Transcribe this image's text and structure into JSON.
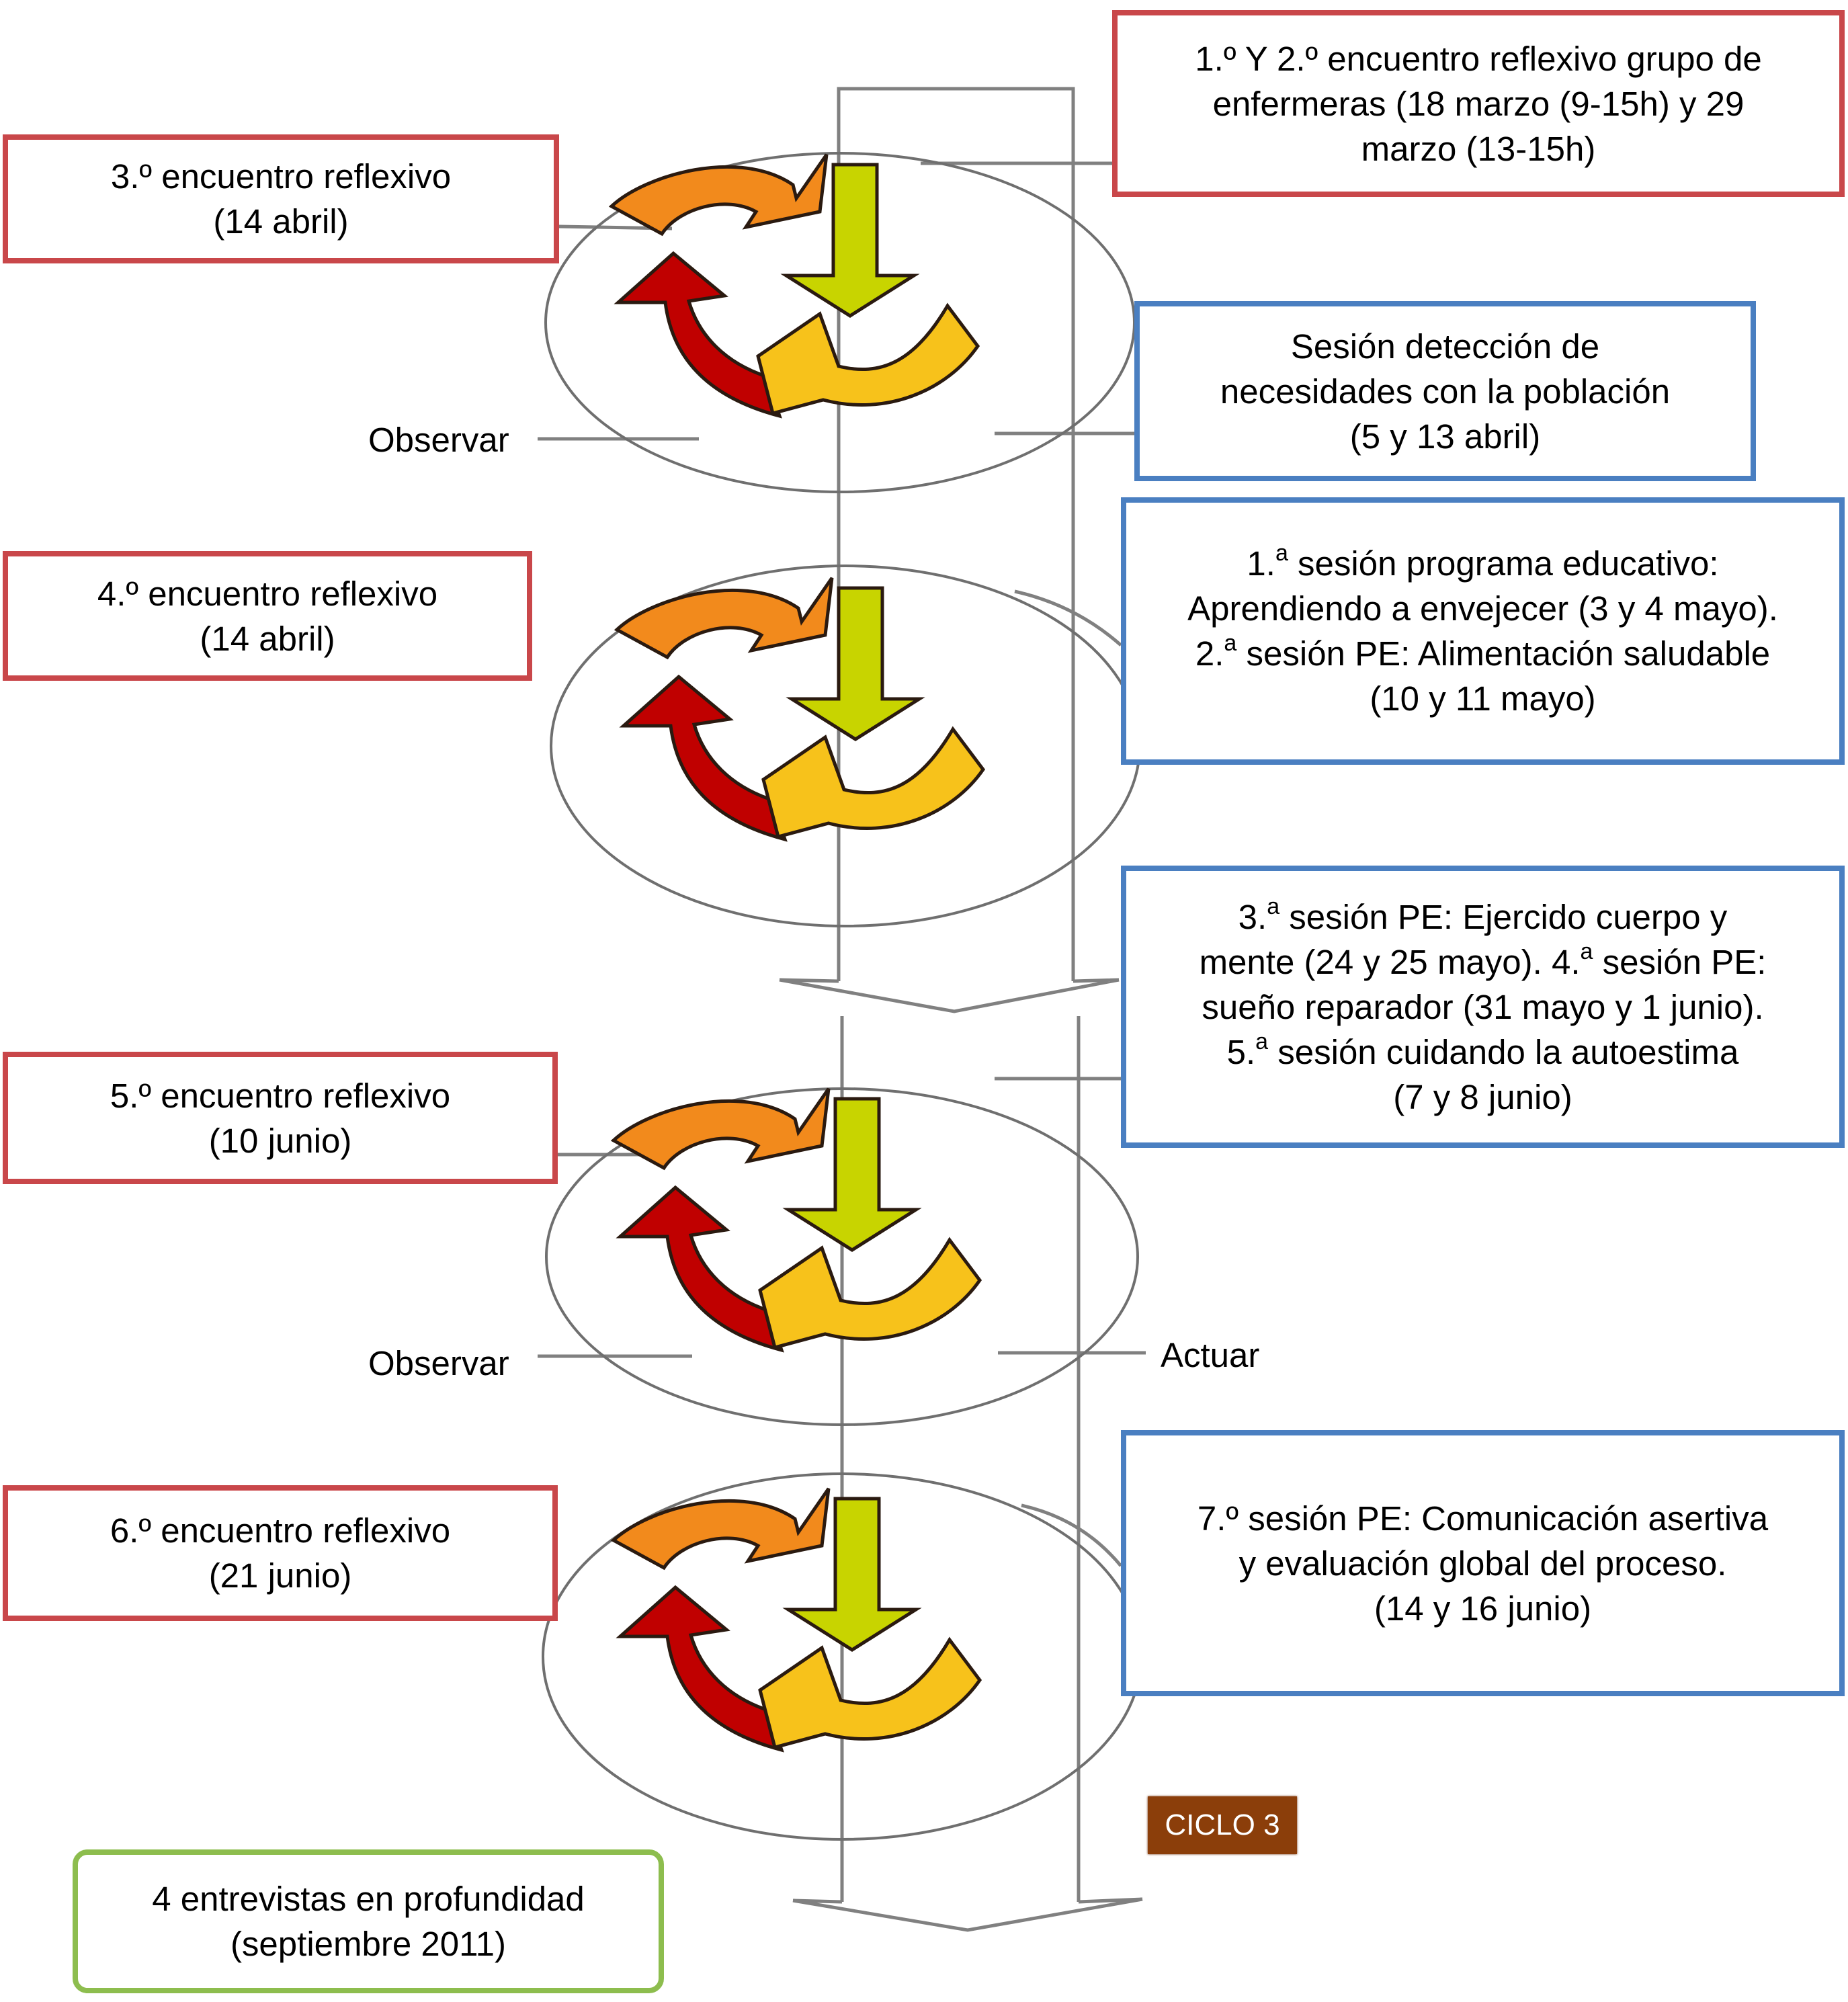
{
  "diagram": {
    "title": "Ciclos de investigación-acción",
    "colors": {
      "red_box": "#c9474a",
      "blue_box": "#4a7fc1",
      "green_box": "#8dbd4e",
      "ciclo_badge": "#8b3e0a",
      "arrow_plan": "#f28a1c",
      "arrow_observe": "#c00000",
      "arrow_reflect": "#c8d400",
      "arrow_act": "#f7c21b",
      "lines": "#808080"
    },
    "cycle_phases": [
      "reflexionar",
      "planificar",
      "actuar",
      "observar"
    ],
    "red_boxes": [
      {
        "id": "encuentro-1-2",
        "lines": [
          "1.º Y 2.º encuentro reflexivo grupo de",
          "enfermeras (18 marzo (9-15h) y 29",
          "marzo (13-15h)"
        ]
      },
      {
        "id": "encuentro-3",
        "lines": [
          "3.º encuentro reflexivo",
          "(14 abril)"
        ]
      },
      {
        "id": "encuentro-4",
        "lines": [
          "4.º encuentro reflexivo",
          "(14 abril)"
        ]
      },
      {
        "id": "encuentro-5",
        "lines": [
          "5.º encuentro reflexivo",
          "(10 junio)"
        ]
      },
      {
        "id": "encuentro-6",
        "lines": [
          "6.º encuentro reflexivo",
          "(21 junio)"
        ]
      }
    ],
    "blue_boxes": [
      {
        "id": "sesion-deteccion",
        "lines": [
          "Sesión detección de",
          "necesidades con la población",
          "(5 y 13 abril)"
        ]
      },
      {
        "id": "sesiones-1-2",
        "lines": [
          {
            "num": "1.",
            "sup": "a",
            "text": " sesión programa educativo:"
          },
          {
            "text": "Aprendiendo a envejecer (3 y 4 mayo)."
          },
          {
            "num": "2.",
            "sup": "a",
            "text": " sesión PE: Alimentación saludable"
          },
          {
            "text": "(10 y 11 mayo)"
          }
        ]
      },
      {
        "id": "sesiones-3-4-5",
        "lines": [
          {
            "num": "3.",
            "sup": "a",
            "text": " sesión PE: Ejercido cuerpo y"
          },
          {
            "text": "mente (24 y 25 mayo). 4.",
            "sup": "a",
            "text2": " sesión PE:"
          },
          {
            "text": "sueño reparador (31 mayo y 1 junio)."
          },
          {
            "num": "5.",
            "sup": "a",
            "text": " sesión cuidando la autoestima"
          },
          {
            "text": "(7 y 8 junio)"
          }
        ]
      },
      {
        "id": "sesion-7",
        "lines": [
          "7.º sesión PE: Comunicación asertiva",
          "y evaluación global del proceso.",
          "(14 y 16 junio)"
        ]
      }
    ],
    "green_box": {
      "lines": [
        "4 entrevistas en  profundidad",
        "(septiembre 2011)"
      ]
    },
    "labels": {
      "observar_1": "Observar",
      "observar_2": "Observar",
      "actuar": "Actuar"
    },
    "ciclo_badge": "CICLO 3",
    "cycles_count": 4
  }
}
